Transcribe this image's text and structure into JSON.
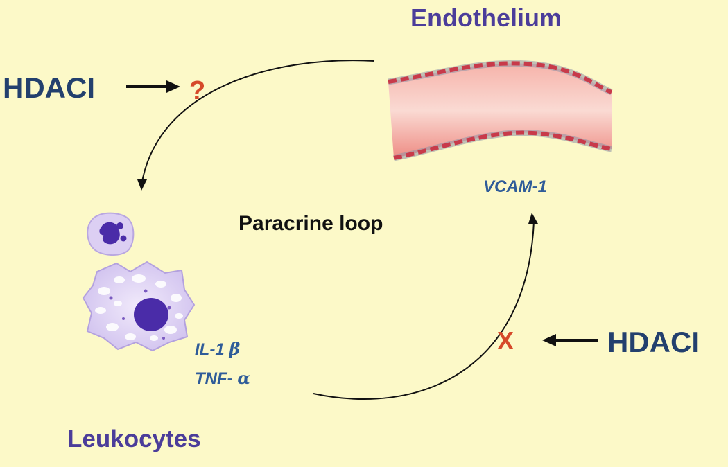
{
  "labels": {
    "endothelium": "Endothelium",
    "leukocytes": "Leukocytes",
    "hdaci_left": "HDACI",
    "hdaci_right": "HDACI",
    "question_mark": "?",
    "x_mark": "X",
    "paracrine_loop": "Paracrine loop",
    "vcam": "VCAM-1",
    "il1_prefix": "IL-1 ",
    "il1_greek": "β",
    "tnf_prefix": "TNF- ",
    "tnf_greek": "α"
  },
  "colors": {
    "background": "#FCF9C8",
    "title_purple": "#4B3D9A",
    "hdaci_blue": "#23406E",
    "mark_red": "#D64A2A",
    "molecule_blue": "#2F5C99",
    "vessel_pink": "#F0908A",
    "cell_lilac": "#DCCFF3",
    "nucleus_purple": "#4A2CA8"
  },
  "icons": {
    "vessel": "blood-vessel-icon",
    "small_cell": "neutrophil-cell-icon",
    "large_cell": "macrophage-cell-icon"
  }
}
